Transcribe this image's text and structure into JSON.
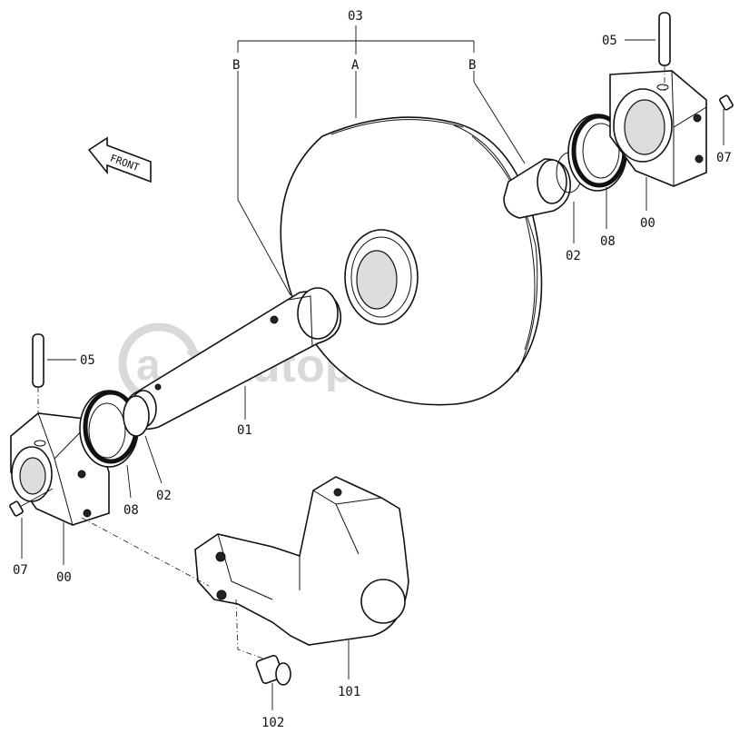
{
  "labels": {
    "assembly": "03",
    "a": "A",
    "b_left": "B",
    "b_right": "B",
    "pin_right": "05",
    "pin_left": "05",
    "plug_right": "07",
    "plug_left": "07",
    "seal_right": "08",
    "seal_left": "08",
    "bushing_right": "02",
    "bushing_left": "02",
    "bearing_right": "00",
    "bearing_left": "00",
    "shaft": "01",
    "bracket": "101",
    "bolt": "102",
    "front": "FRONT"
  },
  "watermark": {
    "text": "autopiter.ru",
    "color": "#d9d9d9"
  }
}
